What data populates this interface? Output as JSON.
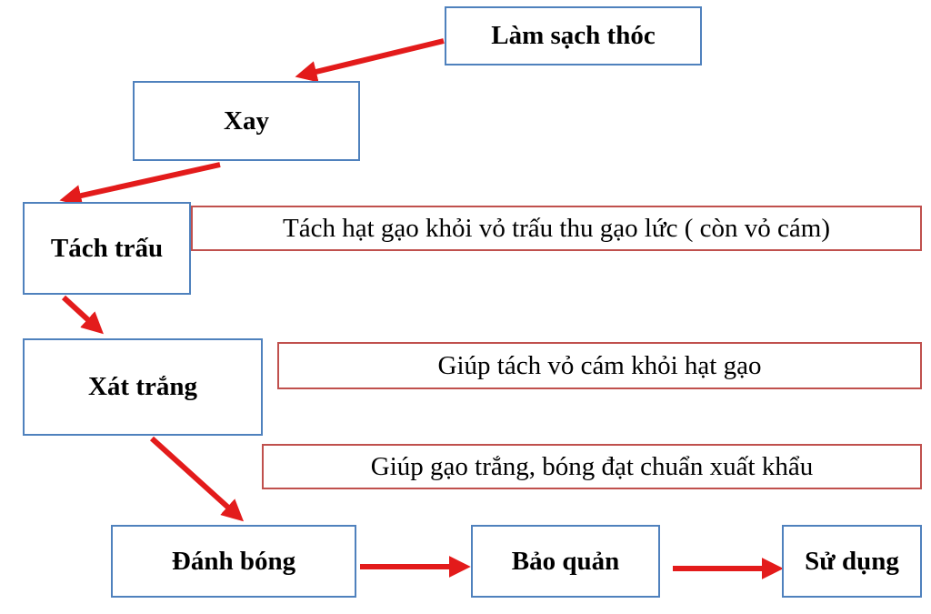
{
  "steps": {
    "lam_sach_thoc": "Làm sạch thóc",
    "xay": "Xay",
    "tach_trau": "Tách trấu",
    "xat_trang": "Xát trắng",
    "danh_bong": "Đánh bóng",
    "bao_quan": "Bảo quản",
    "su_dung": "Sử dụng"
  },
  "notes": {
    "tach_trau": "Tách hạt gạo khỏi vỏ trấu thu gạo lức ( còn vỏ cám)",
    "xat_trang": "Giúp tách vỏ cám khỏi hạt gạo",
    "danh_bong": "Giúp gạo trắng, bóng đạt chuẩn xuất khẩu"
  },
  "colors": {
    "step_border": "#4f81bd",
    "note_border": "#c0504d",
    "arrow": "#e31b1b"
  }
}
